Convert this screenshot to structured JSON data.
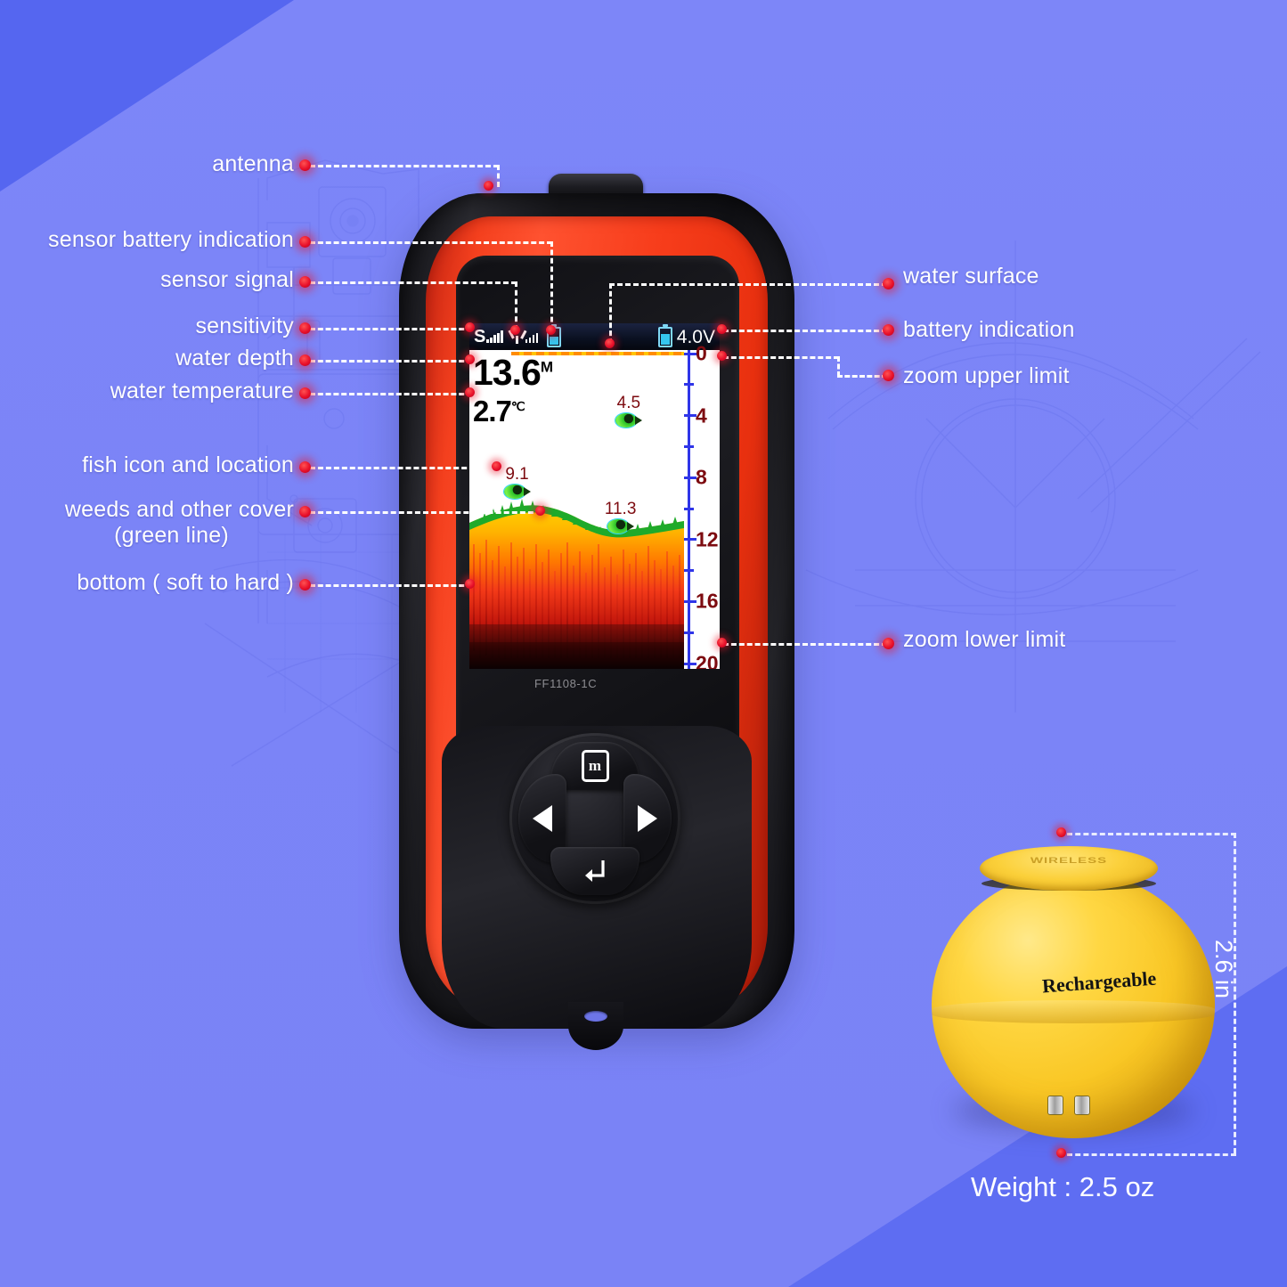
{
  "background": {
    "base_color": "#7b84f7",
    "accent_top_left": "#5566f0",
    "accent_bottom_right": "#5e6df2"
  },
  "callouts_left": [
    {
      "id": "antenna",
      "label": "antenna"
    },
    {
      "id": "sensor-battery-indication",
      "label": "sensor battery indication"
    },
    {
      "id": "sensor-signal",
      "label": "sensor signal"
    },
    {
      "id": "sensitivity",
      "label": "sensitivity"
    },
    {
      "id": "water-depth",
      "label": "water depth"
    },
    {
      "id": "water-temperature",
      "label": "water temperature"
    },
    {
      "id": "fish-icon-and-location",
      "label": "fish icon and location"
    },
    {
      "id": "weeds-and-other-cover",
      "label": "weeds and other cover",
      "label_line2": "(green line)"
    },
    {
      "id": "bottom-soft-to-hard",
      "label": "bottom ( soft to hard )"
    }
  ],
  "callouts_right": [
    {
      "id": "water-surface",
      "label": "water surface"
    },
    {
      "id": "battery-indication",
      "label": "battery indication"
    },
    {
      "id": "zoom-upper-limit",
      "label": "zoom upper limit"
    },
    {
      "id": "zoom-lower-limit",
      "label": "zoom lower limit"
    }
  ],
  "device": {
    "model": "FF1108-1C",
    "body_color": "#f4401e",
    "bezel_color": "#101014",
    "keypad": {
      "menu_key": "m",
      "left_key": "left-arrow",
      "right_key": "right-arrow",
      "enter_key": "enter-arrow"
    }
  },
  "lcd": {
    "status_bar": {
      "sensitivity_letter": "S",
      "sensitivity_bars": 5,
      "signal_bars": 4,
      "sensor_battery_level": 55,
      "device_battery_level": 80,
      "voltage": "4.0V"
    },
    "depth_value": "13.6",
    "depth_unit": "M",
    "temperature_value": "2.7",
    "temperature_unit": "℃",
    "scale_unit": "m",
    "scale_ticks": [
      {
        "value": "0",
        "depth": 0,
        "major": true
      },
      {
        "value": "",
        "depth": 2,
        "major": false
      },
      {
        "value": "4",
        "depth": 4,
        "major": true
      },
      {
        "value": "",
        "depth": 6,
        "major": false
      },
      {
        "value": "8",
        "depth": 8,
        "major": true
      },
      {
        "value": "",
        "depth": 10,
        "major": false
      },
      {
        "value": "12",
        "depth": 12,
        "major": true
      },
      {
        "value": "",
        "depth": 14,
        "major": false
      },
      {
        "value": "16",
        "depth": 16,
        "major": true
      },
      {
        "value": "",
        "depth": 18,
        "major": false
      },
      {
        "value": "20",
        "depth": 20,
        "major": true
      }
    ],
    "scale_min": 0,
    "scale_max": 20,
    "fish": [
      {
        "label": "4.5",
        "depth": 4.5,
        "x_pct": 68
      },
      {
        "label": "9.1",
        "depth": 9.1,
        "x_pct": 16
      },
      {
        "label": "11.3",
        "depth": 11.3,
        "x_pct": 63
      }
    ],
    "surface_line_color": "#ff8c00",
    "weed_color": "#1faa2a",
    "bottom_colors": [
      "#ffd400",
      "#ff8a00",
      "#f2361b",
      "#8c0a08",
      "#120305"
    ]
  },
  "sensor": {
    "product_text": "Rechargeable",
    "cap_text": "WIRELESS",
    "dimension": "2.6 in",
    "weight": "Weight : 2.5 oz",
    "color": "#ffd743"
  }
}
